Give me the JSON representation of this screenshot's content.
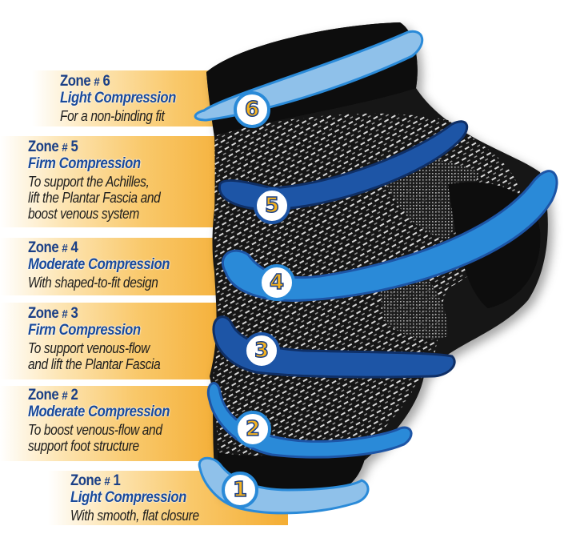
{
  "graphic": {
    "subject": "compression-sleeve-zones",
    "colors": {
      "title_blue": "#1a3f86",
      "band_orange": "#f4ad33",
      "band_light": "#fde6b6",
      "ring_light_blue": "#8fc1ea",
      "ring_mid_blue": "#2a8ad8",
      "ring_dark_blue": "#1d55a6",
      "number_yellow": "#f4b21f",
      "sock_black": "#111111"
    }
  },
  "zones": [
    {
      "id": 6,
      "zone_label": "Zone",
      "hash": "#",
      "number": "6",
      "level": "Light Compression",
      "desc_lines": [
        "For a non-binding fit"
      ],
      "ring_color": "light"
    },
    {
      "id": 5,
      "zone_label": "Zone",
      "hash": "#",
      "number": "5",
      "level": "Firm Compression",
      "desc_lines": [
        "To support the Achilles,",
        "lift the Plantar Fascia and",
        "boost venous system"
      ],
      "ring_color": "dark"
    },
    {
      "id": 4,
      "zone_label": "Zone",
      "hash": "#",
      "number": "4",
      "level": "Moderate Compression",
      "desc_lines": [
        "With shaped-to-fit design"
      ],
      "ring_color": "mid"
    },
    {
      "id": 3,
      "zone_label": "Zone",
      "hash": "#",
      "number": "3",
      "level": "Firm Compression",
      "desc_lines": [
        "To support venous-flow",
        "and lift the Plantar Fascia"
      ],
      "ring_color": "dark"
    },
    {
      "id": 2,
      "zone_label": "Zone",
      "hash": "#",
      "number": "2",
      "level": "Moderate Compression",
      "desc_lines": [
        "To boost venous-flow and",
        "support foot structure"
      ],
      "ring_color": "mid"
    },
    {
      "id": 1,
      "zone_label": "Zone",
      "hash": "#",
      "number": "1",
      "level": "Light Compression",
      "desc_lines": [
        "With smooth, flat closure"
      ],
      "ring_color": "light"
    }
  ],
  "badges": [
    "6",
    "5",
    "4",
    "3",
    "2",
    "1"
  ]
}
